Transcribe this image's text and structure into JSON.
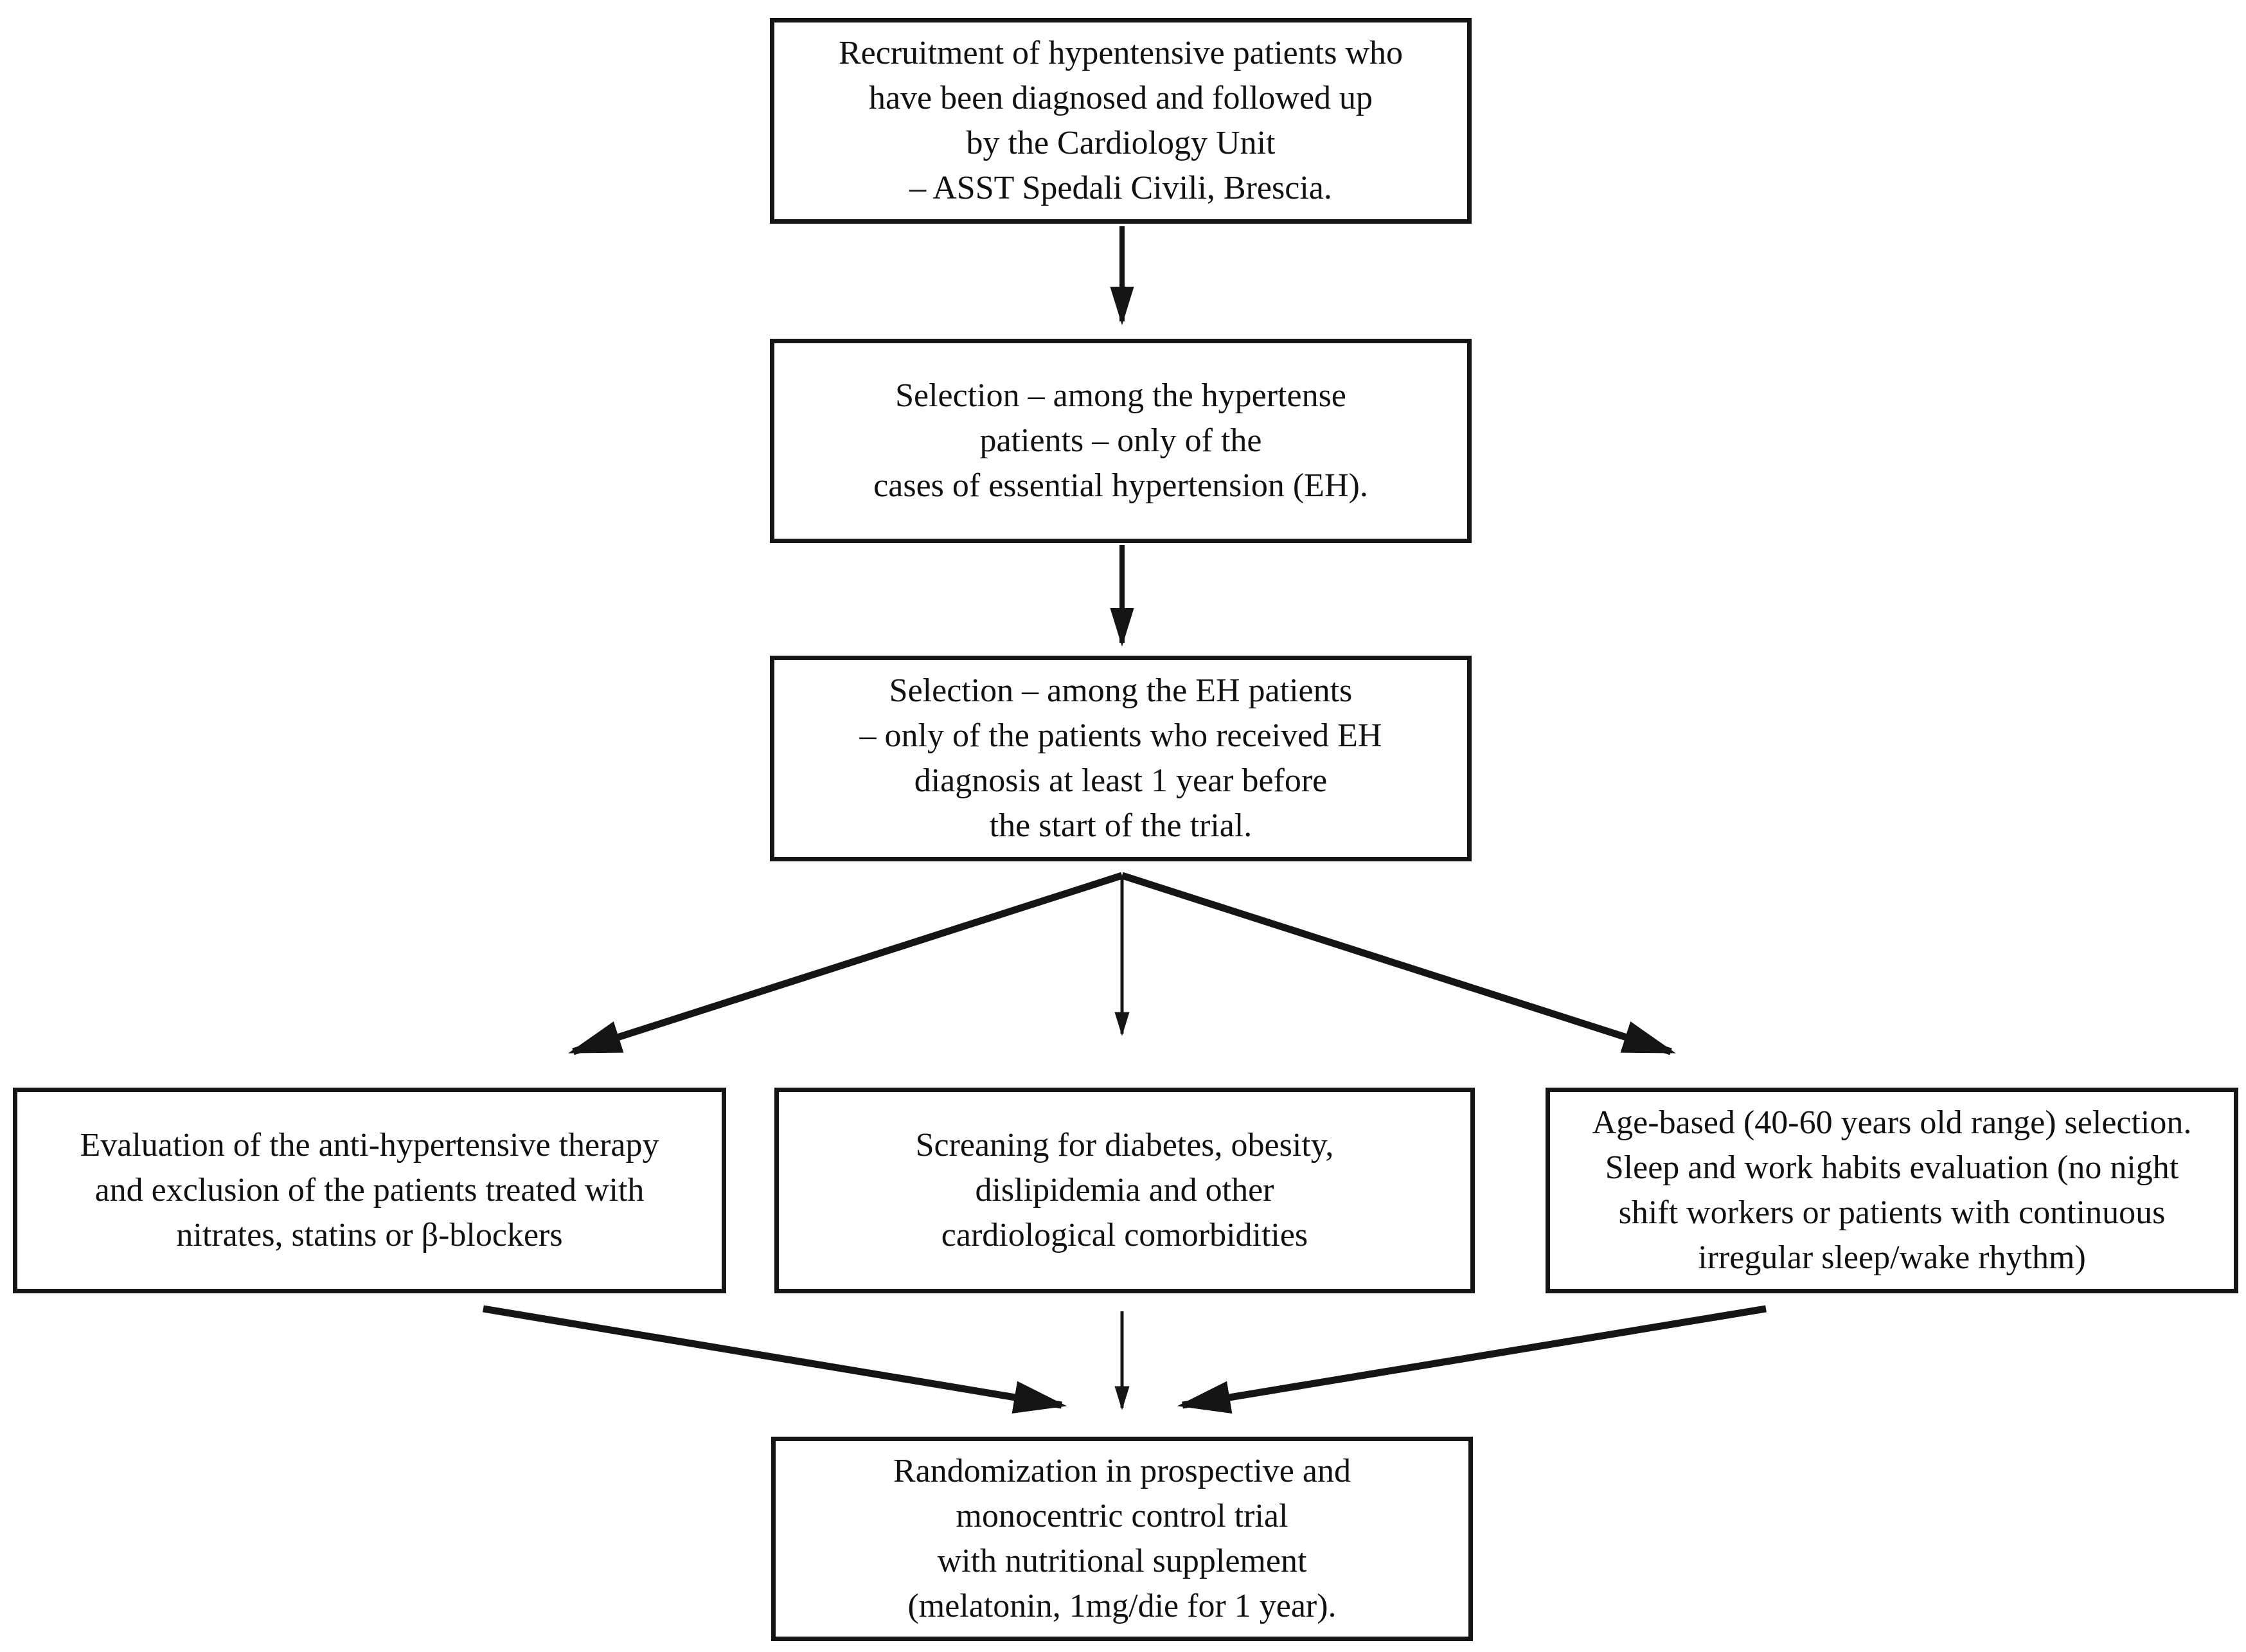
{
  "colors": {
    "background": "#ffffff",
    "line": "#151515",
    "text": "#111111"
  },
  "boxes": {
    "recruitment": {
      "lines": [
        "Recruitment of hypentensive patients who",
        "have been diagnosed and followed up",
        "by the Cardiology Unit",
        "– ASST Spedali Civili, Brescia."
      ]
    },
    "selection_eh": {
      "lines": [
        "Selection – among the hypertense",
        "patients – only of the",
        "cases of essential hypertension (EH)."
      ]
    },
    "selection_1yr": {
      "lines": [
        "Selection – among the EH patients",
        "– only of the patients who received EH",
        "diagnosis at least 1 year before",
        "the start of the trial."
      ]
    },
    "therapy": {
      "lines": [
        "Evaluation of the anti-hypertensive therapy",
        "and exclusion of the patients treated with",
        "nitrates, statins or β-blockers"
      ]
    },
    "screening": {
      "lines": [
        "Screaning for diabetes, obesity,",
        "dislipidemia and other",
        "cardiological comorbidities"
      ]
    },
    "age": {
      "lines": [
        "Age-based (40-60 years old range) selection.",
        "Sleep and work habits evaluation (no night",
        "shift workers or patients with continuous",
        "irregular sleep/wake rhythm)"
      ]
    },
    "randomization": {
      "lines": [
        "Randomization in prospective and",
        "monocentric control trial",
        "with nutritional supplement",
        "(melatonin, 1mg/die for 1 year)."
      ]
    }
  }
}
